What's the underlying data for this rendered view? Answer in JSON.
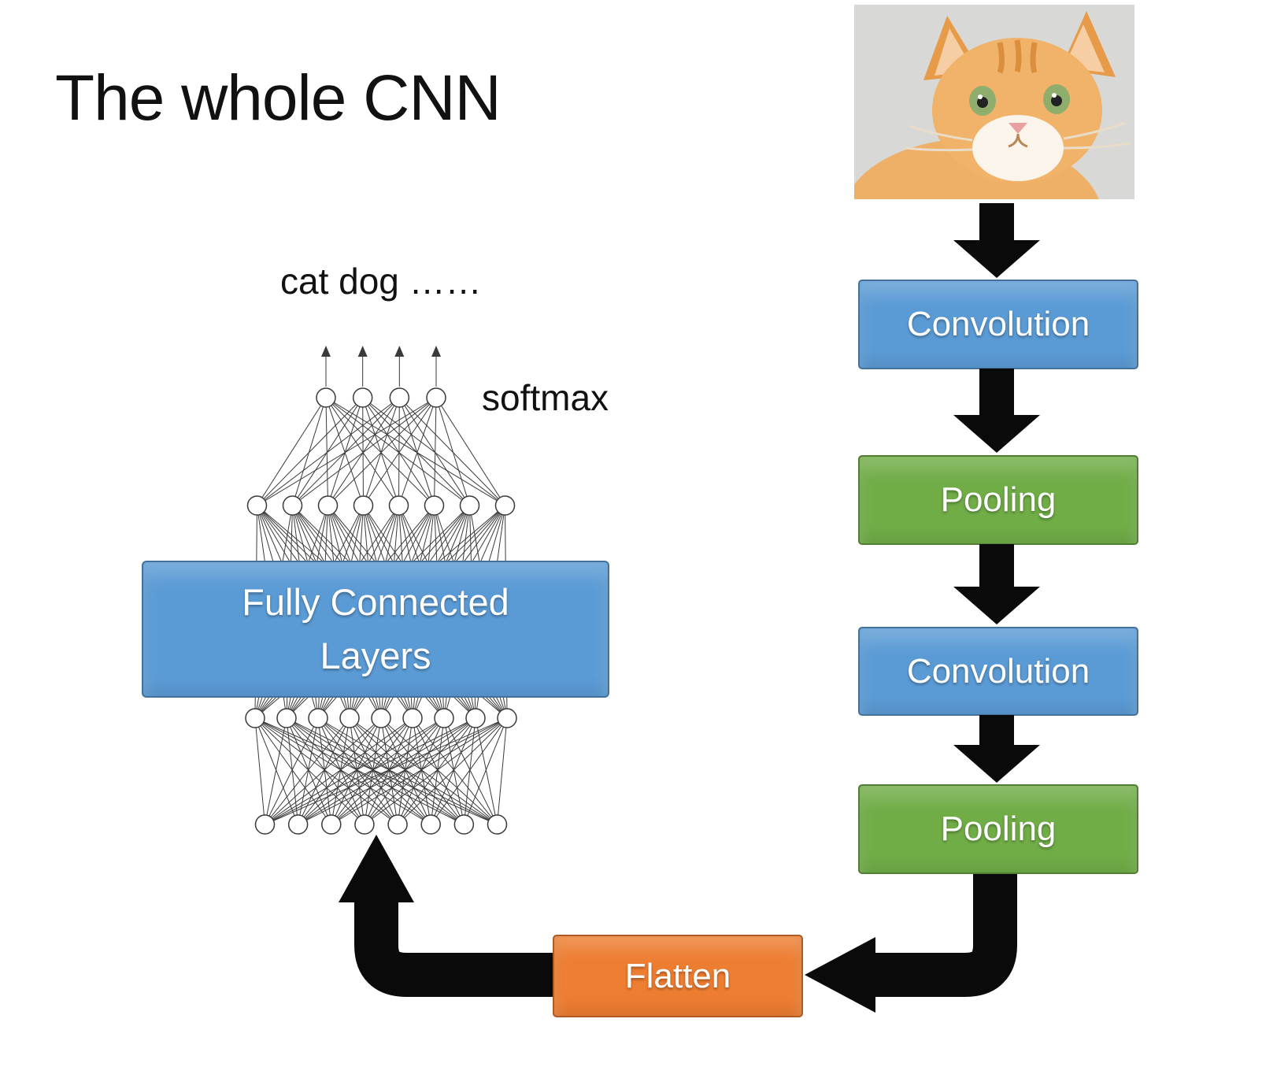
{
  "title": "The whole CNN",
  "left": {
    "cat_dog_label": "cat dog ……",
    "softmax_label": "softmax",
    "fc_line1": "Fully Connected",
    "fc_line2": "Layers",
    "network": {
      "layers": [
        4,
        8,
        9,
        8
      ]
    }
  },
  "flow": {
    "boxes": [
      {
        "label": "Convolution",
        "color": "#5B9BD5"
      },
      {
        "label": "Pooling",
        "color": "#70AD47"
      },
      {
        "label": "Convolution",
        "color": "#5B9BD5"
      },
      {
        "label": "Pooling",
        "color": "#70AD47"
      },
      {
        "label": "Flatten",
        "color": "#ED7D31"
      }
    ]
  },
  "colors": {
    "box-blue": "#5B9BD5",
    "box-blue-border": "#41719C",
    "box-green": "#70AD47",
    "box-green-border": "#507E32",
    "box-orange": "#ED7D31",
    "box-orange-border": "#AE5A21",
    "arrow-black": "#0a0a0a"
  }
}
